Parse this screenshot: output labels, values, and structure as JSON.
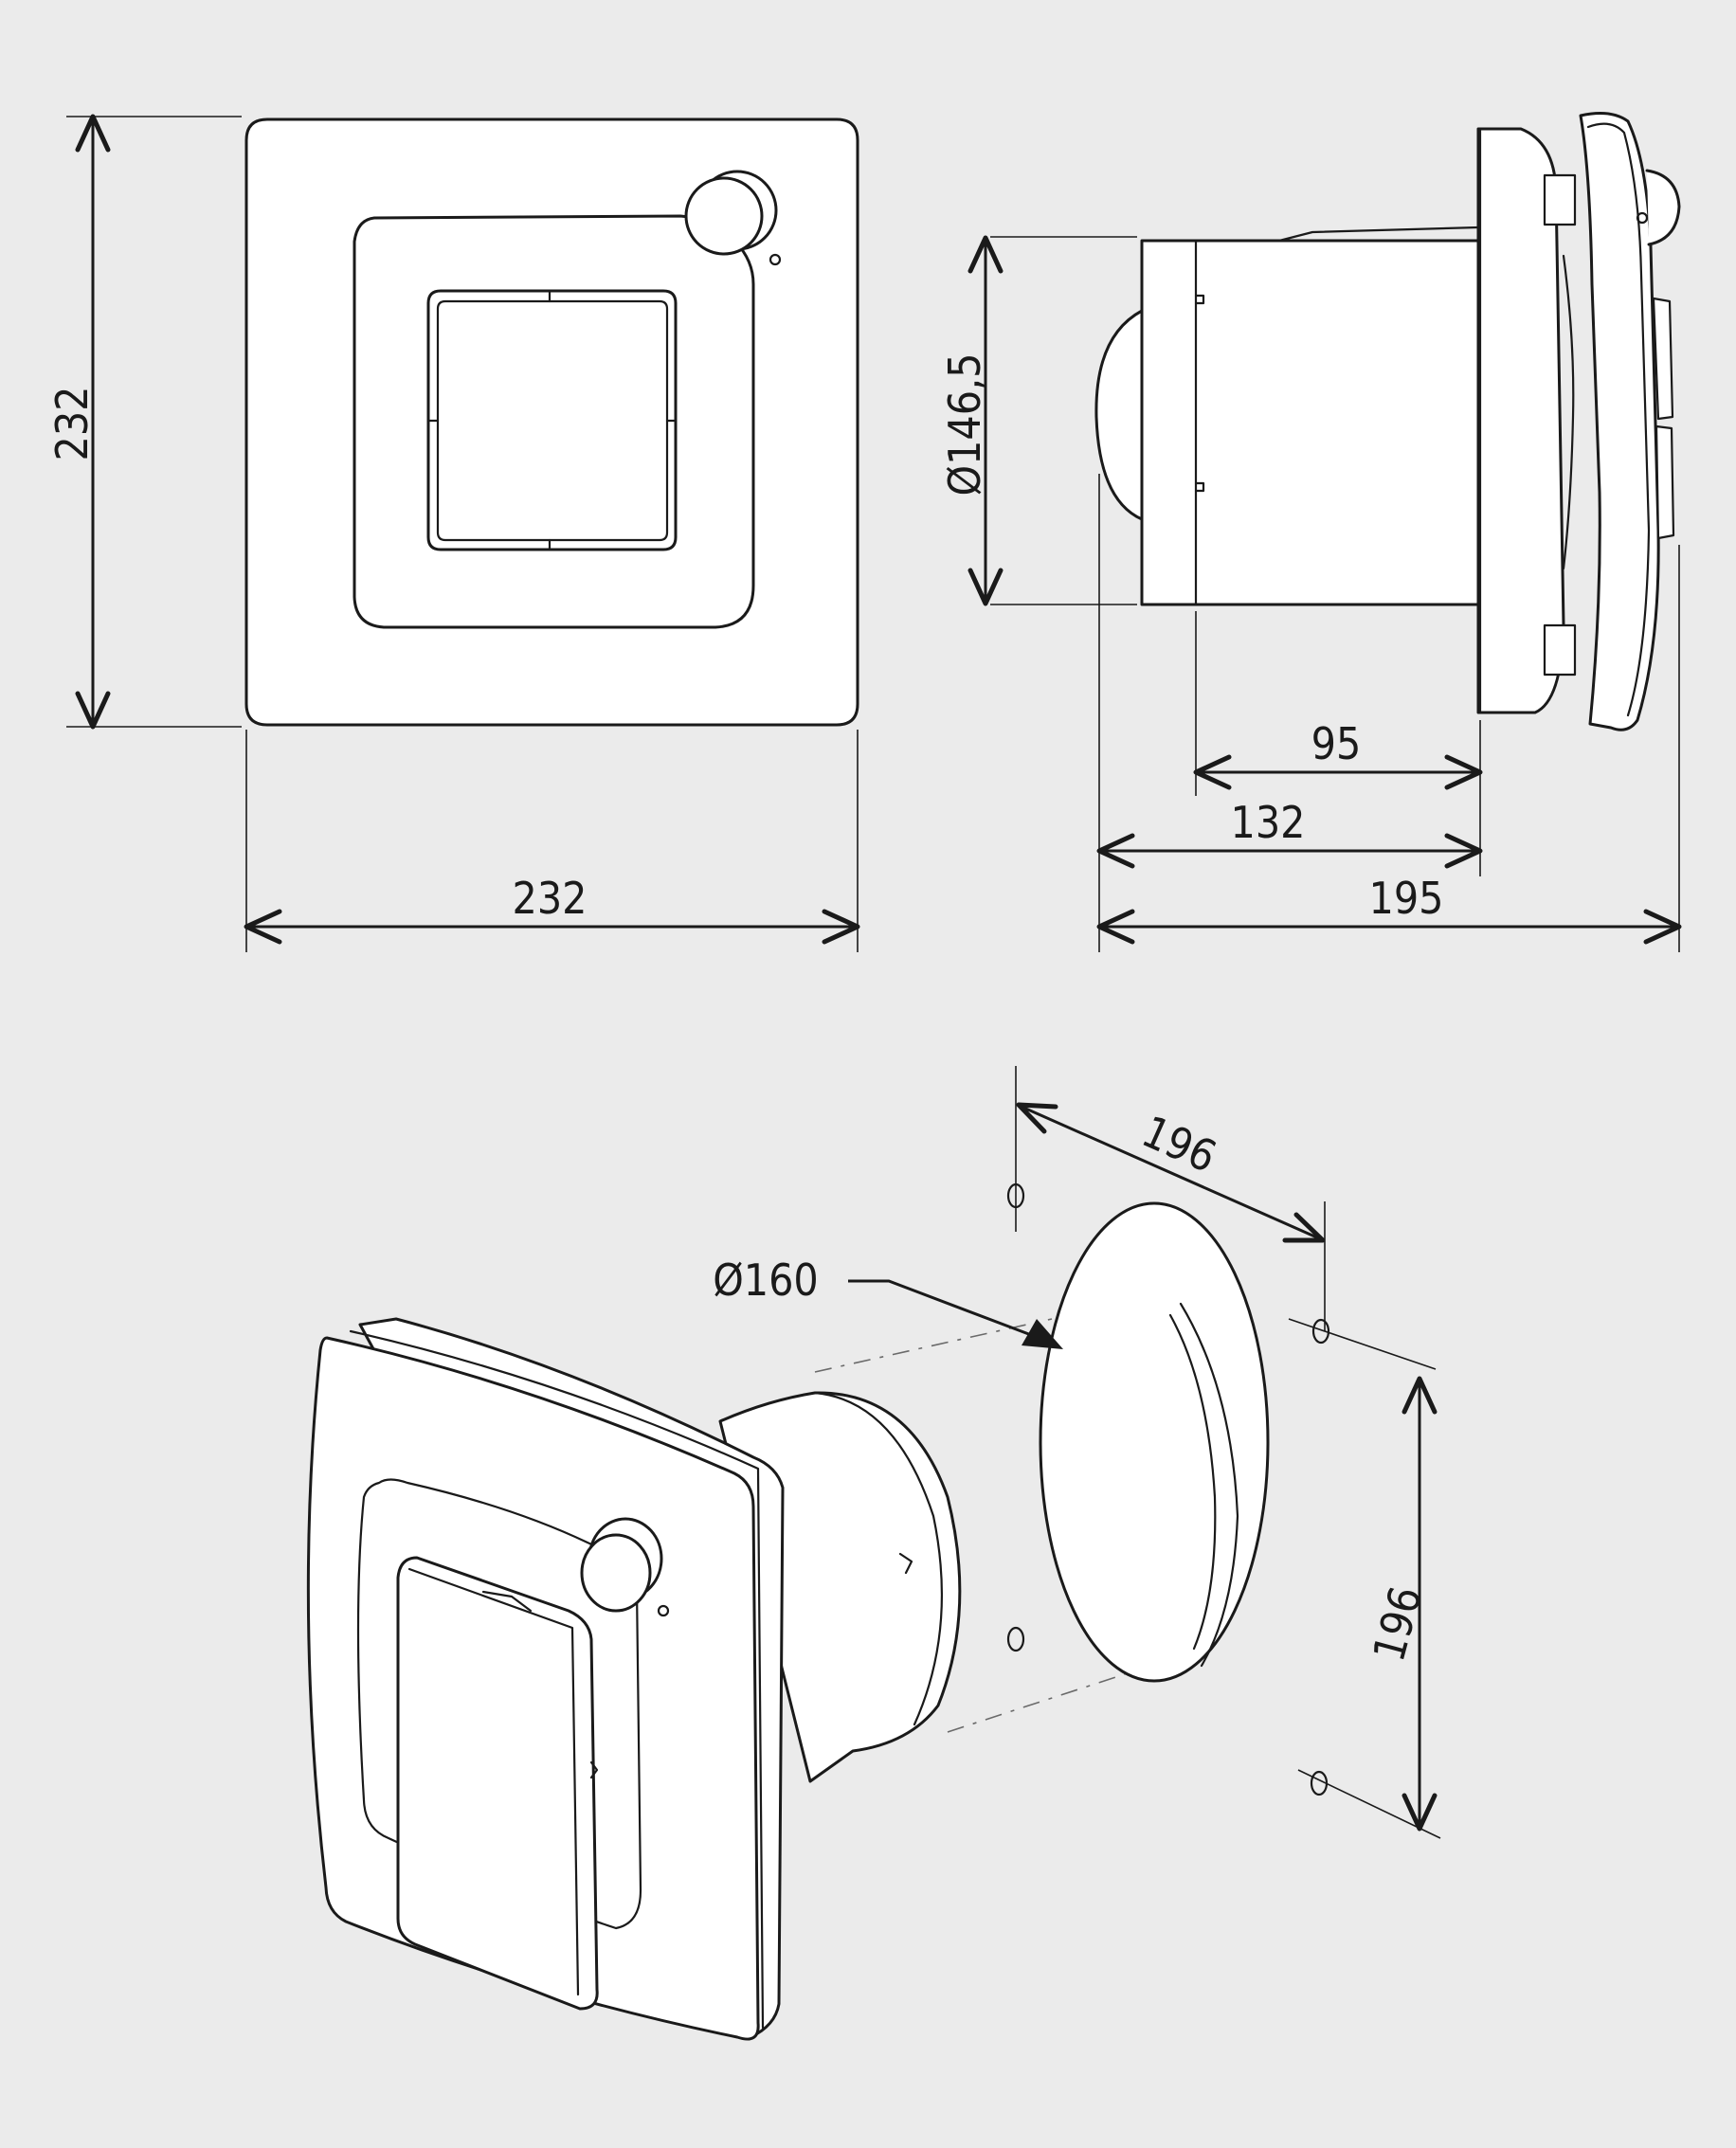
{
  "dimensions": {
    "front_height": "232",
    "front_width": "232",
    "side_diameter": "Ø146,5",
    "side_depth_95": "95",
    "side_depth_132": "132",
    "side_depth_195": "195",
    "iso_duct_diameter": "Ø160",
    "iso_width": "196",
    "iso_height": "196"
  }
}
